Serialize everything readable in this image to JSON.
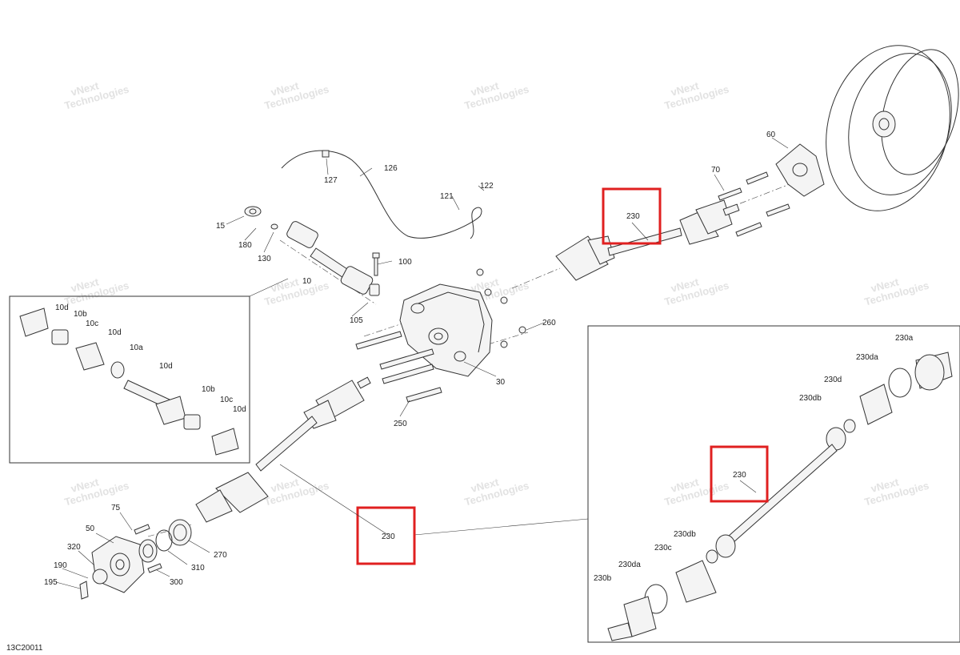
{
  "diagram_code": "13C20011",
  "watermark": {
    "line1": "vNext",
    "line2": "Technologies"
  },
  "labels": {
    "p15": "15",
    "p180": "180",
    "p130": "130",
    "p127": "127",
    "p126": "126",
    "p121": "121",
    "p122": "122",
    "p100": "100",
    "p10": "10",
    "p105": "105",
    "p260": "260",
    "p30": "30",
    "p250": "250",
    "p230_top": "230",
    "p230_bottom": "230",
    "p230_inset": "230",
    "p60": "60",
    "p70": "70",
    "p75": "75",
    "p50": "50",
    "p320": "320",
    "p190": "190",
    "p195": "195",
    "p270": "270",
    "p310": "310",
    "p300": "300",
    "inset_left": {
      "p10d_a": "10d",
      "p10b_a": "10b",
      "p10c_a": "10c",
      "p10d_b": "10d",
      "p10a": "10a",
      "p10d_c": "10d",
      "p10b_b": "10b",
      "p10c_b": "10c",
      "p10d_d": "10d"
    },
    "inset_right": {
      "p230a": "230a",
      "p230da_a": "230da",
      "p230d": "230d",
      "p230db_a": "230db",
      "p230db_b": "230db",
      "p230c": "230c",
      "p230da_b": "230da",
      "p230b": "230b"
    }
  },
  "highlight_color": "#e02020"
}
